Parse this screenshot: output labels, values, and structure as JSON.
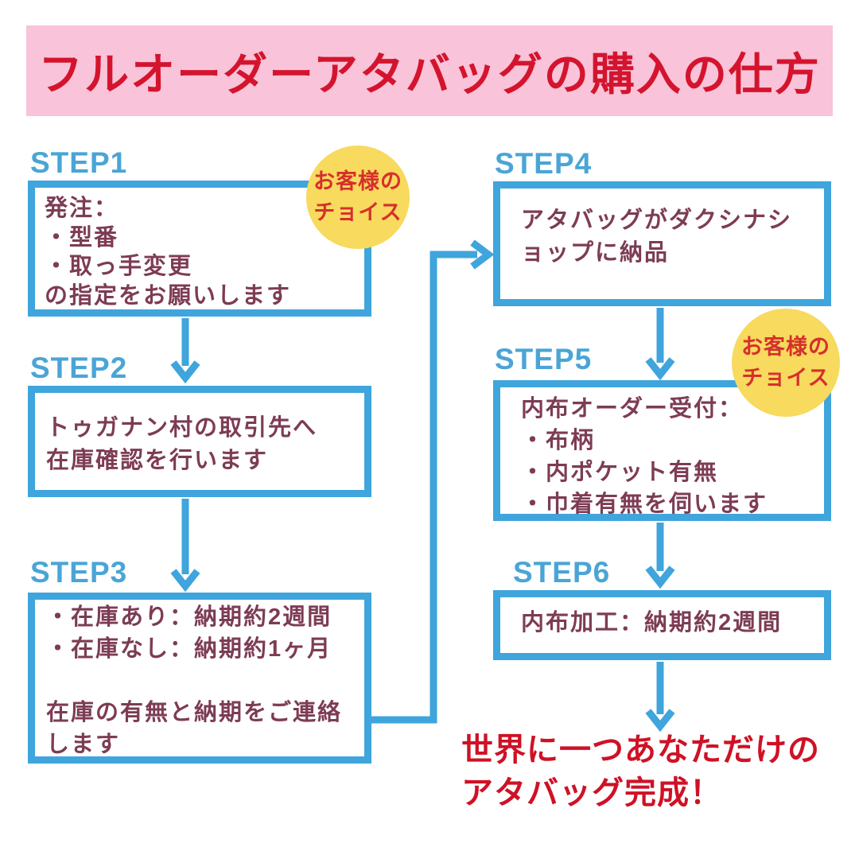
{
  "header": {
    "title": "フルオーダーアタバッグの購入の仕方"
  },
  "steps": [
    {
      "label": "STEP1",
      "text": "発注：\n・型番\n・取っ手変更\nの指定をお願いします",
      "badge": "お客様の\nチョイス"
    },
    {
      "label": "STEP2",
      "text": "トゥガナン村の取引先へ\n在庫確認を行います"
    },
    {
      "label": "STEP3",
      "text": "・在庫あり：納期約2週間\n・在庫なし：納期約1ヶ月\n\n在庫の有無と納期をご連絡\nします"
    },
    {
      "label": "STEP4",
      "text": "アタバッグがダクシナシ\nョップに納品"
    },
    {
      "label": "STEP5",
      "text": "内布オーダー受付：\n・布柄\n・内ポケット有無\n・巾着有無を伺います",
      "badge": "お客様の\nチョイス"
    },
    {
      "label": "STEP6",
      "text": "内布加工：納期約2週間"
    }
  ],
  "footer": {
    "text": "世界に一つあなただけの\nアタバッグ完成！"
  },
  "colors": {
    "accent_blue": "#3FA5DC",
    "label_blue": "#4AA5D6",
    "box_text": "#7D3C54",
    "header_bg": "#F9C3D9",
    "title_red": "#D4142E",
    "badge_bg": "#F7DA5E",
    "badge_text": "#D6302C",
    "footer_red": "#CF1126"
  }
}
